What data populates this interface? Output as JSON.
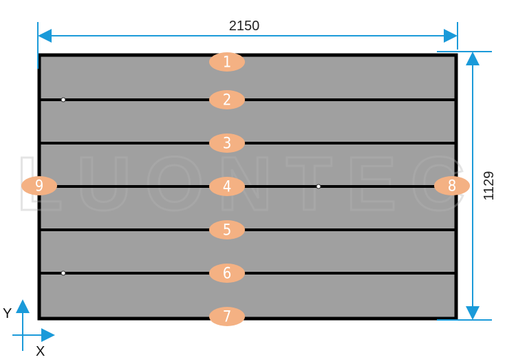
{
  "title": "Panel layout drawing",
  "dimensions": {
    "width": "2150",
    "height": "1129"
  },
  "axes": {
    "x_label": "X",
    "y_label": "Y"
  },
  "labels": [
    "1",
    "2",
    "3",
    "4",
    "5",
    "6",
    "7",
    "8",
    "9"
  ],
  "watermark": "LUONTEC",
  "colors": {
    "panel": "#a0a0a0",
    "frame": "#000000",
    "marker": "#f4b183",
    "dimension": "#1a9ad9"
  }
}
